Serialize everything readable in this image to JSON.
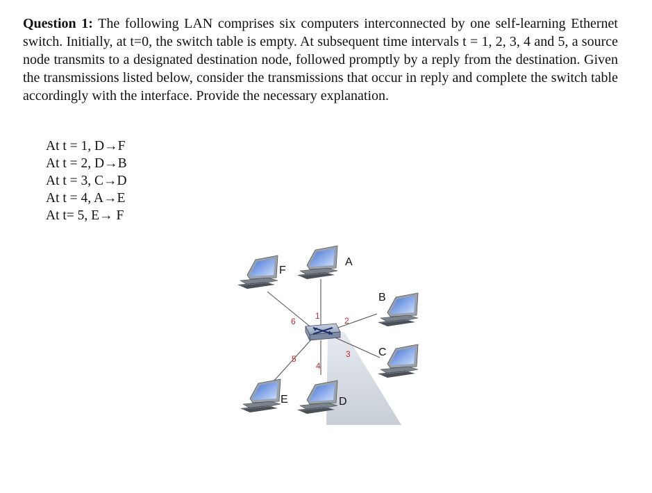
{
  "question": {
    "label": "Question 1:",
    "text": " The following LAN comprises six computers interconnected by one self-learning Ethernet switch. Initially, at t=0, the switch table is empty. At subsequent time intervals t = 1, 2, 3, 4 and 5, a source node transmits to a designated destination node, followed promptly by a reply from the destination. Given the transmissions listed below, consider the transmissions that occur in reply and complete the switch table accordingly with the interface. Provide the necessary explanation."
  },
  "transmissions": [
    "At t = 1, D→F",
    "At t = 2, D→B",
    "At t = 3, C→D",
    "At t = 4, A→E",
    "At t= 5, E→ F"
  ],
  "diagram": {
    "hosts": [
      "A",
      "B",
      "C",
      "D",
      "E",
      "F"
    ],
    "ports": [
      "1",
      "2",
      "3",
      "4",
      "5",
      "6"
    ]
  }
}
